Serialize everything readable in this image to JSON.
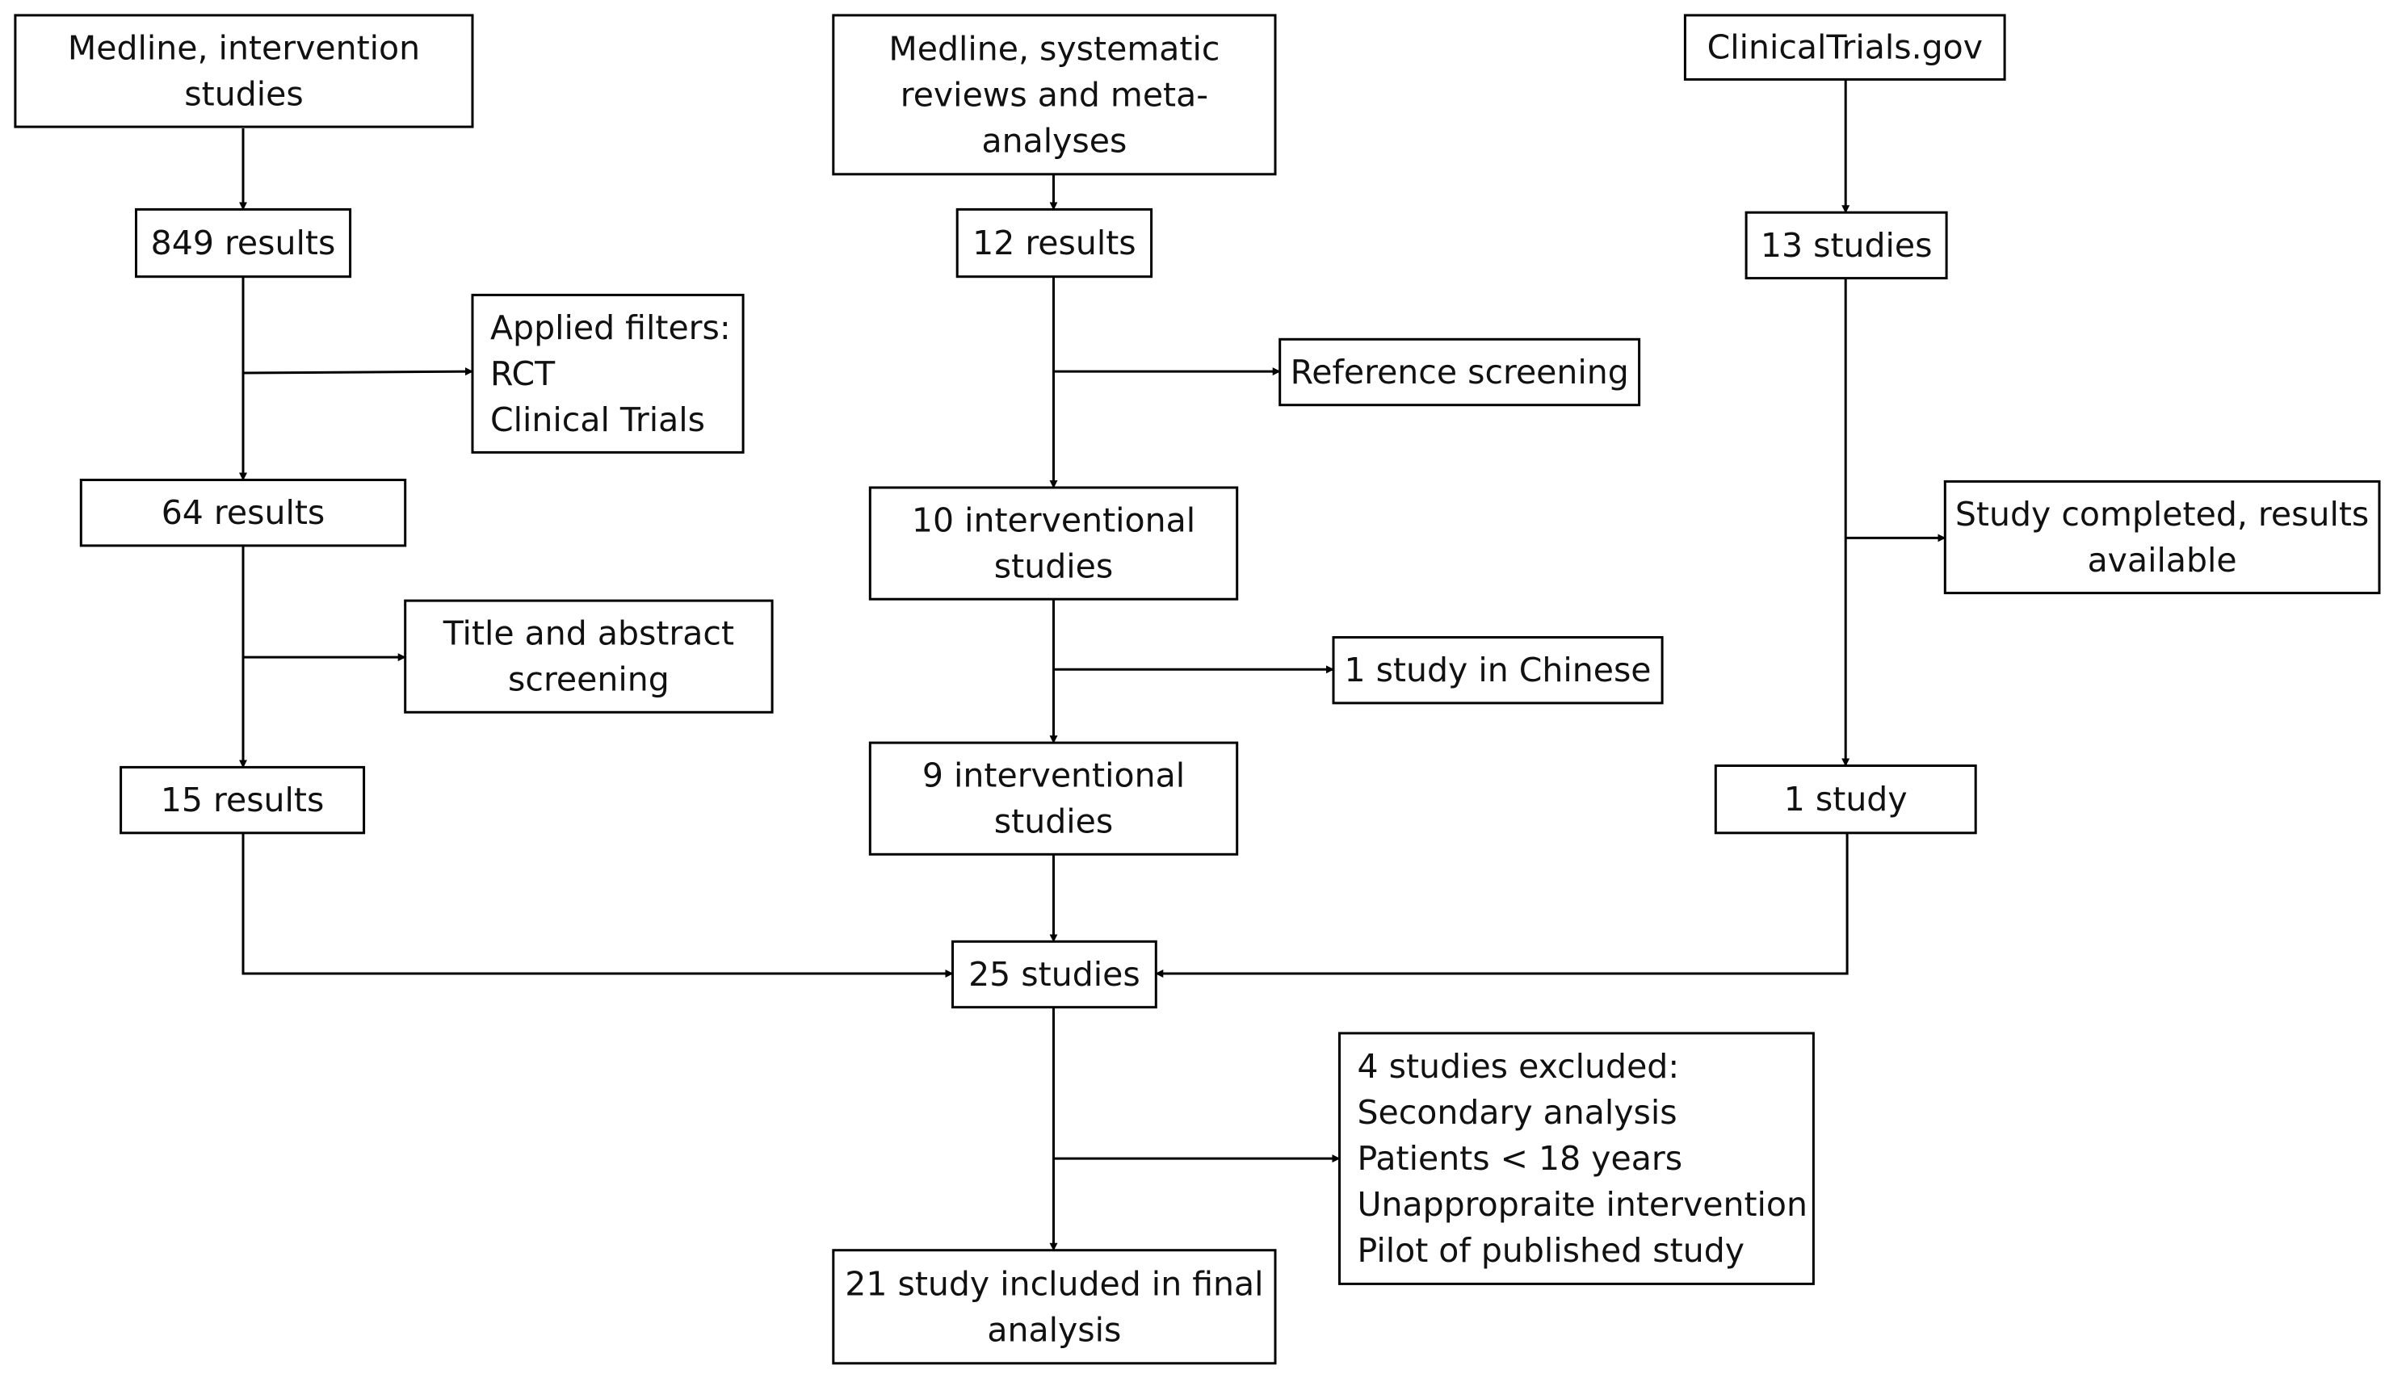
{
  "boxes": {
    "medline_intervention": [
      "Medline, intervention",
      "studies"
    ],
    "medline_849": [
      "849 results"
    ],
    "filters": [
      "Applied filters:",
      "RCT",
      "Clinical Trials"
    ],
    "medline_64": [
      "64 results"
    ],
    "title_abstract": [
      "Title and abstract",
      "screening"
    ],
    "medline_15": [
      "15 results"
    ],
    "medline_reviews": [
      "Medline, systematic",
      "reviews and meta-",
      "analyses"
    ],
    "reviews_12": [
      "12 results"
    ],
    "reference_screening": [
      "Reference screening"
    ],
    "interventional_10": [
      "10 interventional",
      "studies"
    ],
    "chinese": [
      "1 study in Chinese"
    ],
    "interventional_9": [
      "9 interventional",
      "studies"
    ],
    "clinicaltrials": [
      "ClinicalTrials.gov"
    ],
    "ct_13": [
      "13 studies"
    ],
    "ct_completed": [
      "Study completed, results",
      "available"
    ],
    "ct_1": [
      "1 study"
    ],
    "total_25": [
      "25 studies"
    ],
    "excluded": [
      "4 studies excluded:",
      "Secondary analysis",
      "Patients < 18 years",
      "Unappropraite intervention",
      "Pilot of published study"
    ],
    "final_21": [
      "21 study included in final",
      "analysis"
    ]
  }
}
